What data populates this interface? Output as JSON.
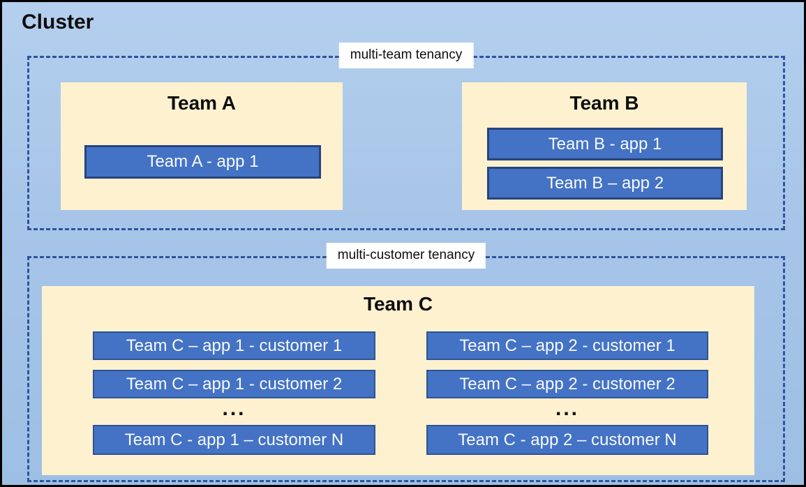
{
  "cluster_title": "Cluster",
  "zones": [
    {
      "label": "multi-team tenancy",
      "teams": [
        {
          "name": "Team A",
          "apps": [
            "Team A - app 1"
          ]
        },
        {
          "name": "Team B",
          "apps": [
            "Team B - app 1",
            "Team B – app 2"
          ]
        }
      ]
    },
    {
      "label": "multi-customer tenancy",
      "teams": [
        {
          "name": "Team C",
          "columns": [
            {
              "rows": [
                "Team C – app 1 - customer 1",
                "Team C – app 1 - customer 2"
              ],
              "ellipsis": "...",
              "last_row": "Team C - app 1 – customer N"
            },
            {
              "rows": [
                "Team C – app 2 - customer 1",
                "Team C – app 2 - customer 2"
              ],
              "ellipsis": "...",
              "last_row": "Team C - app 2 – customer N"
            }
          ]
        }
      ]
    }
  ],
  "colors": {
    "cluster_background": "#a7c5e8",
    "outer_border": "#000000",
    "dashed_border": "#2f539e",
    "team_box_fill": "#fdf1d0",
    "app_box_fill": "#4472c4",
    "app_box_border": "#26447e",
    "app_box_text": "#ffffff",
    "label_background": "#ffffff",
    "title_text": "#0d0d0d"
  }
}
